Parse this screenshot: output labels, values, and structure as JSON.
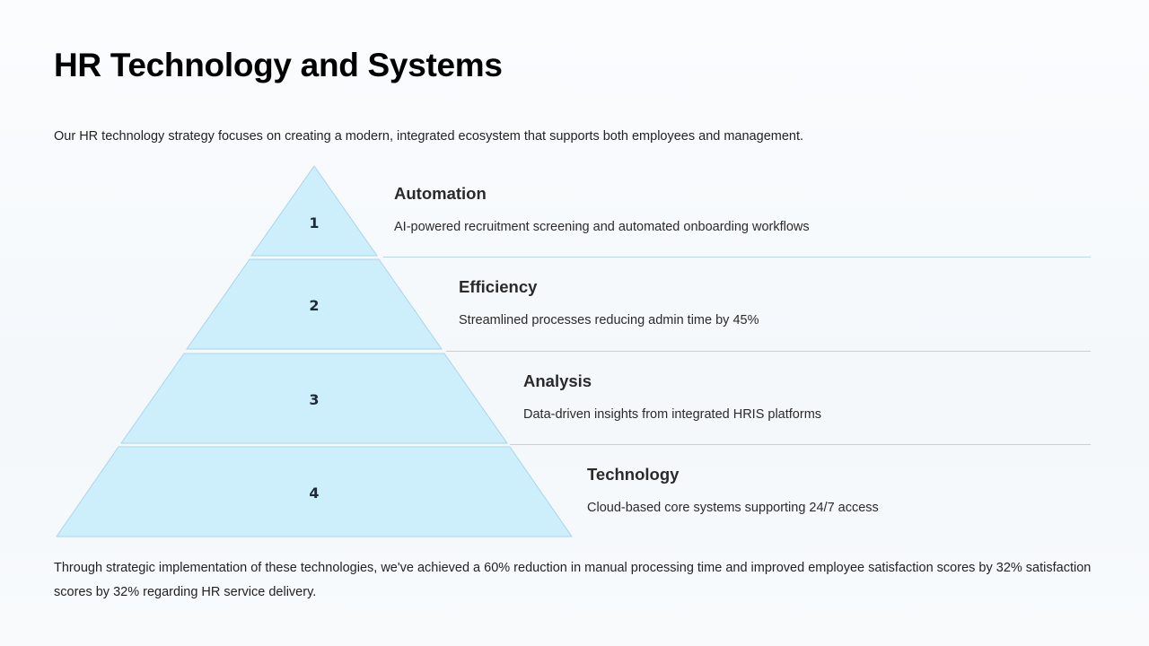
{
  "title": "HR Technology and Systems",
  "intro": "Our HR technology strategy focuses on creating a modern, integrated ecosystem that supports both employees and management.",
  "levels": [
    {
      "number": "1",
      "title": "Automation",
      "description": "AI-powered recruitment screening and automated onboarding workflows"
    },
    {
      "number": "2",
      "title": "Efficiency",
      "description": "Streamlined processes reducing admin time by 45%"
    },
    {
      "number": "3",
      "title": "Analysis",
      "description": "Data-driven insights from integrated HRIS platforms"
    },
    {
      "number": "4",
      "title": "Technology",
      "description": "Cloud-based core systems supporting 24/7 access"
    }
  ],
  "outro": "Through strategic implementation of these technologies, we've achieved a 60% reduction in manual processing time and improved employee satisfaction scores by 32% satisfaction scores by 32% regarding HR service delivery.",
  "colors": {
    "layer_fill": "#cdeefb",
    "layer_stroke": "#a9d6ea",
    "divider": "#bcd6e6"
  }
}
